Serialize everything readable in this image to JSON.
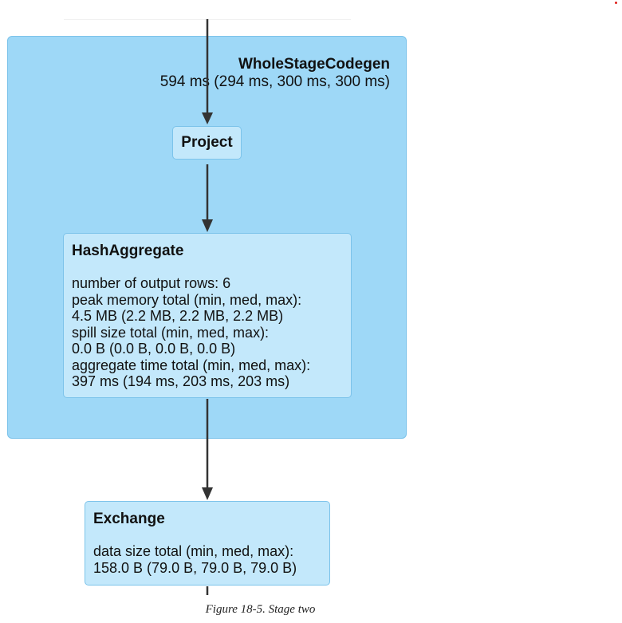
{
  "colors": {
    "codegen_fill": "#9ed8f7",
    "node_fill": "#c3e8fb",
    "node_border": "#7cc3ea",
    "edge": "#333333"
  },
  "codegen": {
    "title": "WholeStageCodegen",
    "time": "594 ms (294 ms, 300 ms, 300 ms)"
  },
  "nodes": {
    "project": {
      "title": "Project"
    },
    "hash_aggregate": {
      "title": "HashAggregate",
      "metrics": [
        "number of output rows: 6",
        "peak memory total (min, med, max):",
        "4.5 MB (2.2 MB, 2.2 MB, 2.2 MB)",
        "spill size total (min, med, max):",
        "0.0 B (0.0 B, 0.0 B, 0.0 B)",
        "aggregate time total (min, med, max):",
        "397 ms (194 ms, 203 ms, 203 ms)"
      ]
    },
    "exchange": {
      "title": "Exchange",
      "metrics": [
        "data size total (min, med, max):",
        "158.0 B (79.0 B, 79.0 B, 79.0 B)"
      ]
    }
  },
  "caption": "Figure 18-5. Stage two"
}
